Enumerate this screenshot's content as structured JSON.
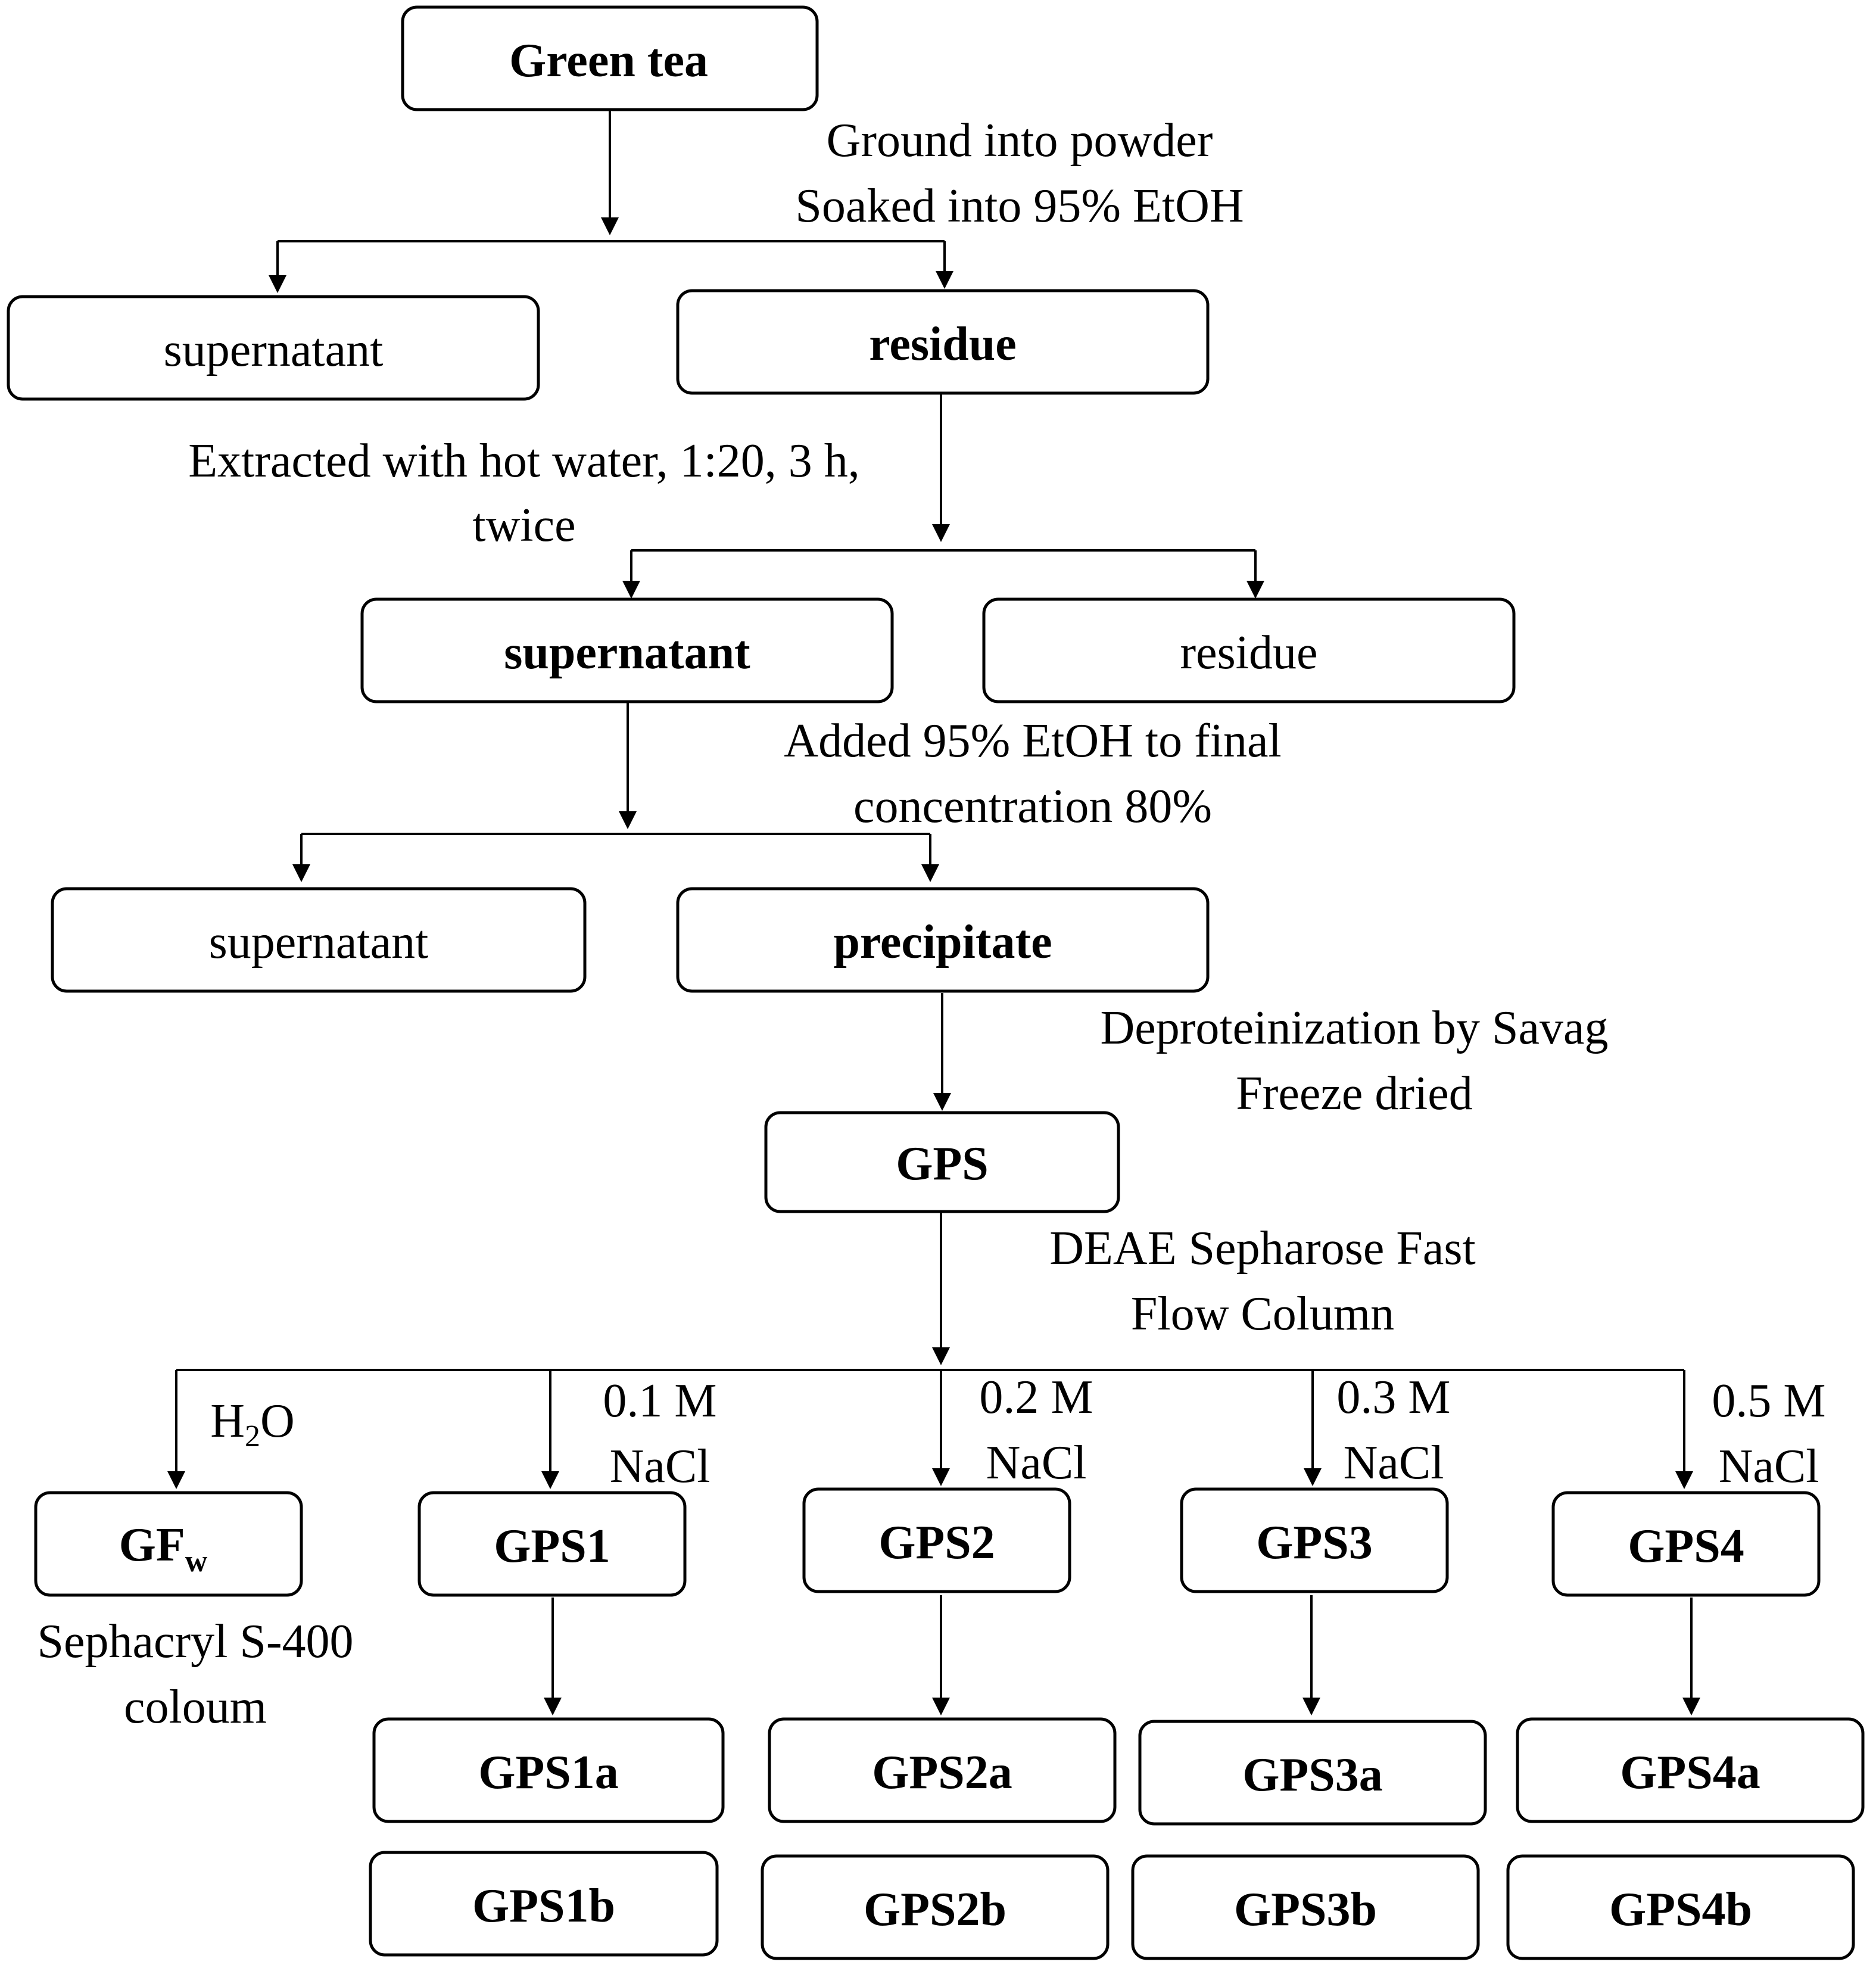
{
  "boxes": {
    "green_tea": "Green tea",
    "supernatant_1": "supernatant",
    "residue_1": "residue",
    "supernatant_2": "supernatant",
    "residue_2": "residue",
    "supernatant_3": "supernatant",
    "precipitate": "precipitate",
    "gps": "GPS",
    "gfw_main": "GF",
    "gfw_sub": "w",
    "gps1": "GPS1",
    "gps2": "GPS2",
    "gps3": "GPS3",
    "gps4": "GPS4",
    "gps1a": "GPS1a",
    "gps2a": "GPS2a",
    "gps3a": "GPS3a",
    "gps4a": "GPS4a",
    "gps1b": "GPS1b",
    "gps2b": "GPS2b",
    "gps3b": "GPS3b",
    "gps4b": "GPS4b"
  },
  "steps": {
    "grind_1": "Ground into powder",
    "grind_2": "Soaked into 95% EtOH",
    "extract_1": "Extracted with hot water, 1:20, 3 h,",
    "extract_2": "twice",
    "ethanol_1": "Added 95% EtOH to final",
    "ethanol_2": "concentration  80%",
    "deprot_1": "Deproteinization by Savag",
    "deprot_2": "Freeze dried",
    "deae_1": "DEAE Sepharose Fast",
    "deae_2": "Flow Column",
    "h2o_h": "H",
    "h2o_sub": "2",
    "h2o_o": "O",
    "nacl_01": "0.1 M",
    "nacl_02": "0.2 M",
    "nacl_03": "0.3 M",
    "nacl_05": "0.5 M",
    "nacl_label": "NaCl",
    "sephacryl_1": "Sephacryl S-400",
    "sephacryl_2": "coloum"
  }
}
